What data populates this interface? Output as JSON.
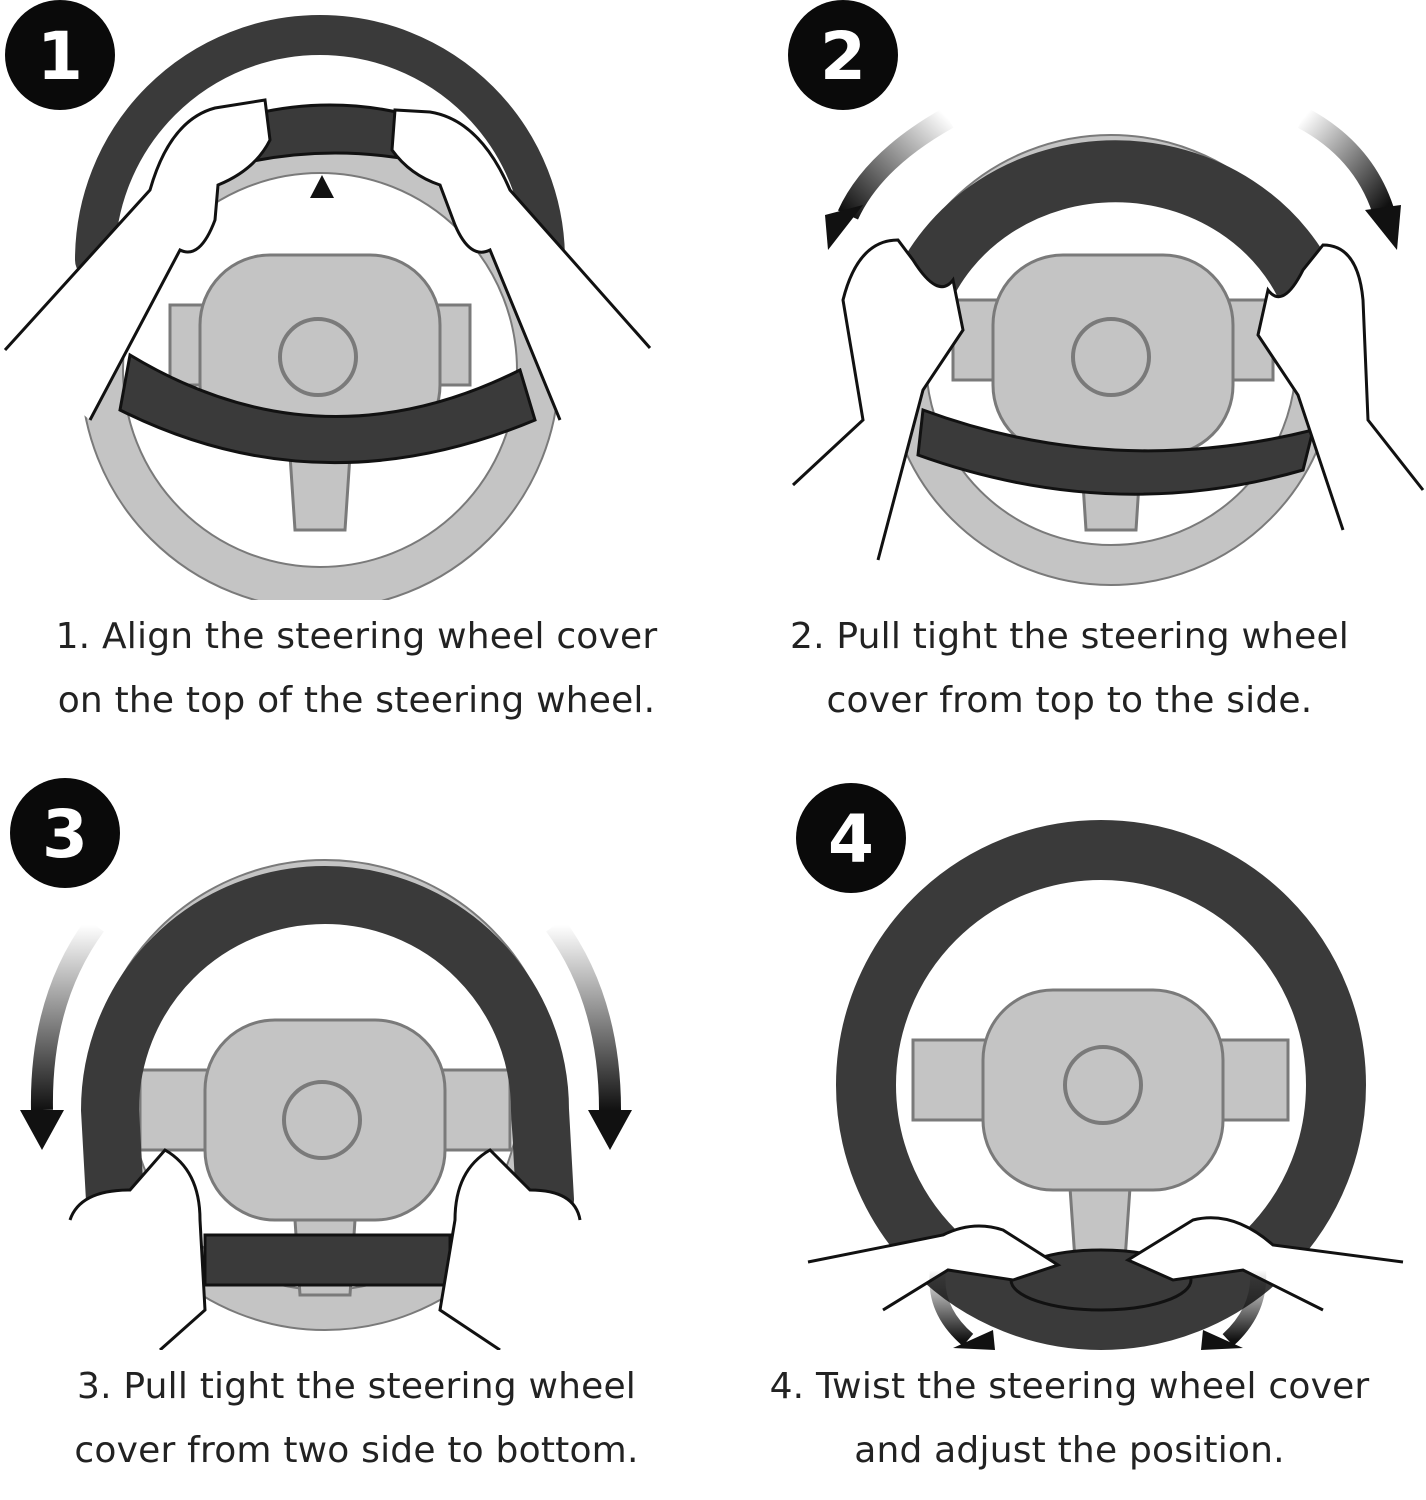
{
  "colors": {
    "cover": "#3a3a3a",
    "wheel": "#c4c4c4",
    "wheel_stroke": "#7a7a7a",
    "outline": "#111111",
    "badge": "#0a0a0a",
    "text": "#222222"
  },
  "steps": [
    {
      "number": "1",
      "caption": "1. Align the steering wheel cover\non the top of the steering wheel."
    },
    {
      "number": "2",
      "caption": "2. Pull tight the steering wheel\ncover from top to the side."
    },
    {
      "number": "3",
      "caption": "3. Pull tight the steering wheel\ncover from two side to bottom."
    },
    {
      "number": "4",
      "caption": "4. Twist the steering wheel cover\nand adjust the position."
    }
  ]
}
